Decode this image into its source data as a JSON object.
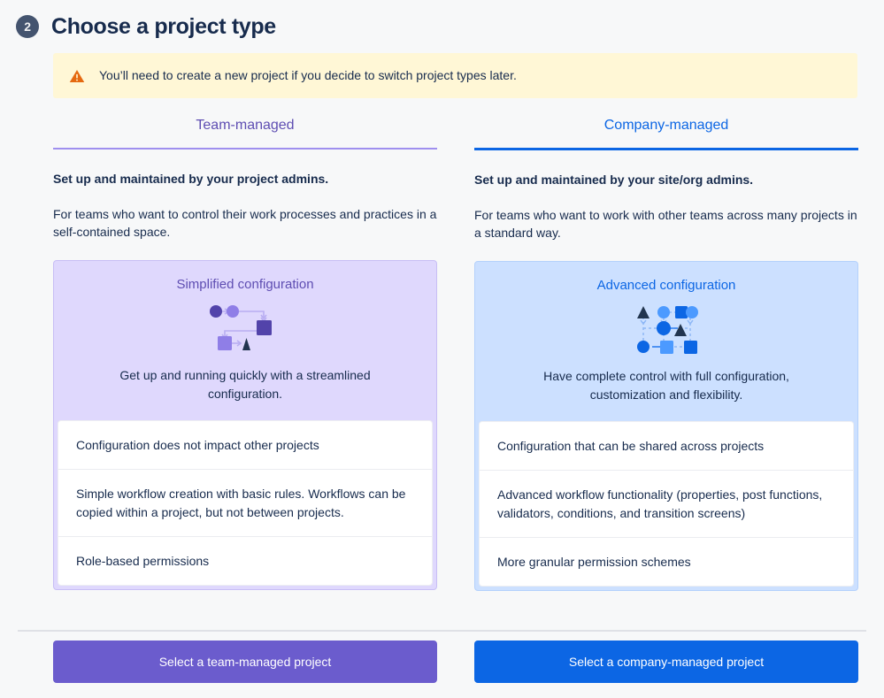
{
  "header": {
    "step_number": "2",
    "title": "Choose a project type"
  },
  "banner": {
    "icon": "warning-icon",
    "text": "You’ll need to create a new project if you decide to switch project types later.",
    "bg_color": "#FFF7D6",
    "icon_color": "#E56910"
  },
  "columns": [
    {
      "key": "team-managed",
      "tab_label": "Team-managed",
      "accent_color": "#5E4DB2",
      "rule_color": "#9F8FEF",
      "headline": "Set up and maintained by your project admins.",
      "description": "For teams who want to control their work processes and practices in a self-contained space.",
      "card": {
        "title": "Simplified configuration",
        "bg_color": "#DFD8FD",
        "caption": "Get up and running quickly with a streamlined configuration.",
        "art": "simplified-workflow-diagram"
      },
      "bullets": [
        "Configuration does not impact other projects",
        "Simple workflow creation with basic rules. Workflows can be copied within a project, but not between projects.",
        "Role-based permissions"
      ],
      "button_label": "Select a team-managed project",
      "button_color": "#6B5CCD"
    },
    {
      "key": "company-managed",
      "tab_label": "Company-managed",
      "accent_color": "#0C66E4",
      "rule_color": "#0C66E4",
      "headline": "Set up and maintained by your site/org admins.",
      "description": "For teams who want to work with other teams across many projects in a standard way.",
      "card": {
        "title": "Advanced configuration",
        "bg_color": "#CCE0FF",
        "caption": "Have complete control with full configuration, customization and flexibility.",
        "art": "advanced-workflow-diagram"
      },
      "bullets": [
        "Configuration that can be shared across projects",
        "Advanced workflow functionality (properties, post functions, validators, conditions, and transition screens)",
        "More granular permission schemes"
      ],
      "button_label": "Select a company-managed project",
      "button_color": "#0C66E4"
    }
  ]
}
